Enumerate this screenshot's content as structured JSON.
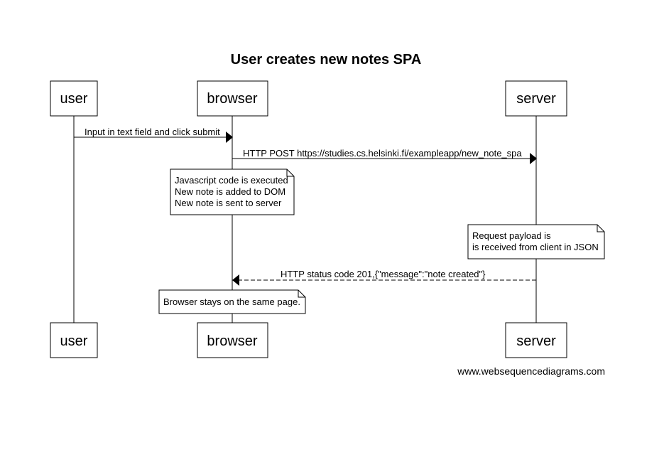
{
  "title": "User creates new notes SPA",
  "actors": {
    "user": "user",
    "browser": "browser",
    "server": "server"
  },
  "messages": [
    "Input in text field and click submit",
    "HTTP POST https://studies.cs.helsinki.fi/exampleapp/new_note_spa",
    "HTTP status code 201,{\"message\":\"note created\"}"
  ],
  "notes": {
    "browser_exec": [
      "Javascript code is executed",
      "New note is added to DOM",
      "New note is sent to server"
    ],
    "server_payload": [
      "Request payload is",
      "is received from client in JSON"
    ],
    "browser_stays": [
      "Browser stays on the same page."
    ]
  },
  "footer": "www.websequencediagrams.com"
}
